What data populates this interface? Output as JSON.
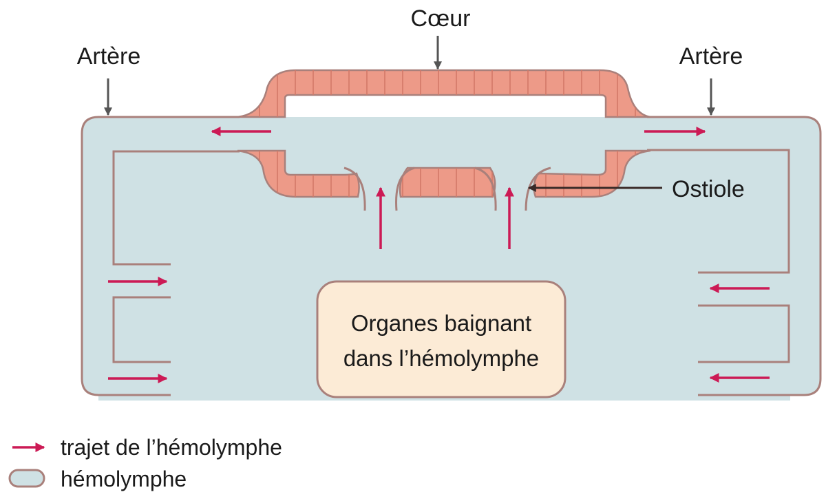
{
  "labels": {
    "heart": "Cœur",
    "artery_left": "Artère",
    "artery_right": "Artère",
    "ostiole": "Ostiole",
    "organs_line1": "Organes baignant",
    "organs_line2": "dans l’hémolymphe"
  },
  "legend": {
    "path": "trajet de l’hémolymphe",
    "hemolymph": "hémolymphe"
  },
  "colors": {
    "hemolymph": "#cfe1e4",
    "outline": "#a9807b",
    "heart_wall": "#ed9a88",
    "heart_stripe": "#d27868",
    "flow_arrow": "#cc1a55",
    "label_arrow": "#555555",
    "organ_fill": "#fcebd6"
  }
}
